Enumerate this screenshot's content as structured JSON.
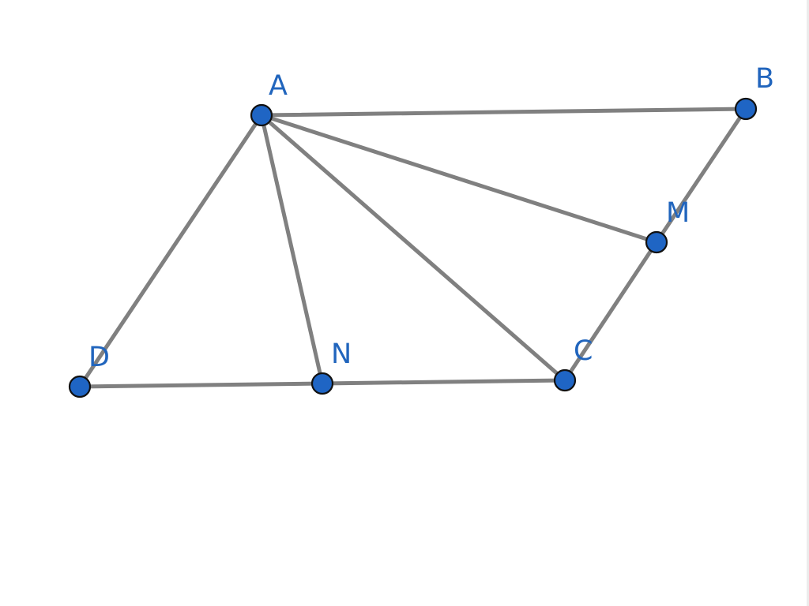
{
  "figure": {
    "points": [
      {
        "id": "A",
        "label": "A"
      },
      {
        "id": "B",
        "label": "B"
      },
      {
        "id": "C",
        "label": "C"
      },
      {
        "id": "D",
        "label": "D"
      },
      {
        "id": "M",
        "label": "M"
      },
      {
        "id": "N",
        "label": "N"
      }
    ],
    "segments": [
      [
        "A",
        "B"
      ],
      [
        "B",
        "M"
      ],
      [
        "M",
        "C"
      ],
      [
        "C",
        "N"
      ],
      [
        "N",
        "D"
      ],
      [
        "D",
        "A"
      ],
      [
        "A",
        "M"
      ],
      [
        "A",
        "C"
      ],
      [
        "A",
        "N"
      ]
    ],
    "colors": {
      "point_fill": "#1f65c4",
      "segment": "#808080",
      "label": "#2165bd"
    }
  }
}
